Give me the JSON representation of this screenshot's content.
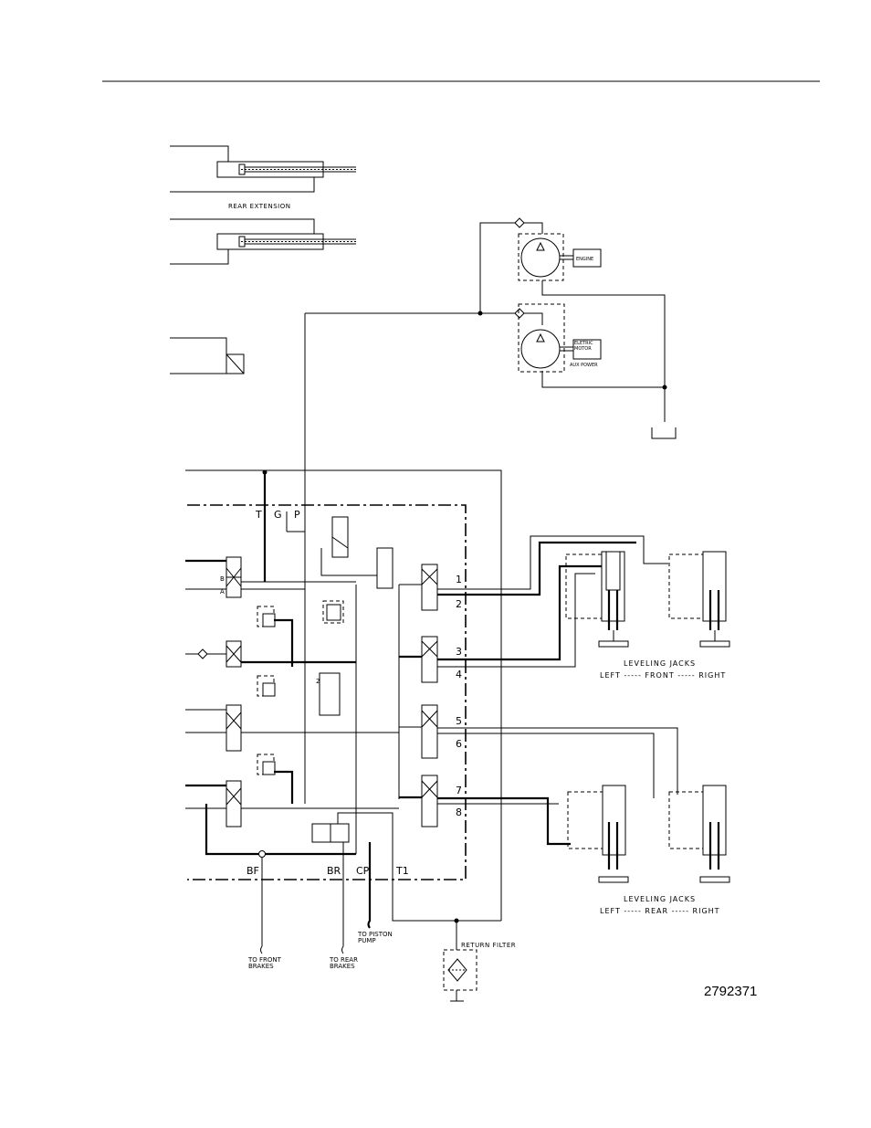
{
  "labels": {
    "rear_extension": "REAR EXTENSION",
    "engine": "ENGINE",
    "electric_motor": "ELETRIC MOTOR",
    "aux_power": "AUX POWER",
    "leveling_jacks_front": "LEVELING JACKS",
    "front_legend": "LEFT ----- FRONT ----- RIGHT",
    "leveling_jacks_rear": "LEVELING JACKS",
    "rear_legend": "LEFT ----- REAR ----- RIGHT",
    "return_filter": "RETURN FILTER",
    "to_front_brakes": "TO FRONT BRAKES",
    "to_rear_brakes": "TO REAR BRAKES",
    "to_piston_pump": "TO PISTON PUMP",
    "drawing_number": "2792371"
  },
  "ports": {
    "t": "T",
    "g": "G",
    "p": "P",
    "bf": "BF",
    "br": "BR",
    "cp": "CP",
    "t1": "T1"
  },
  "valve_numbers": [
    "1",
    "2",
    "3",
    "4",
    "5",
    "6",
    "7",
    "8"
  ],
  "valve_marks": {
    "a": "A",
    "b": "B",
    "two": "2"
  }
}
